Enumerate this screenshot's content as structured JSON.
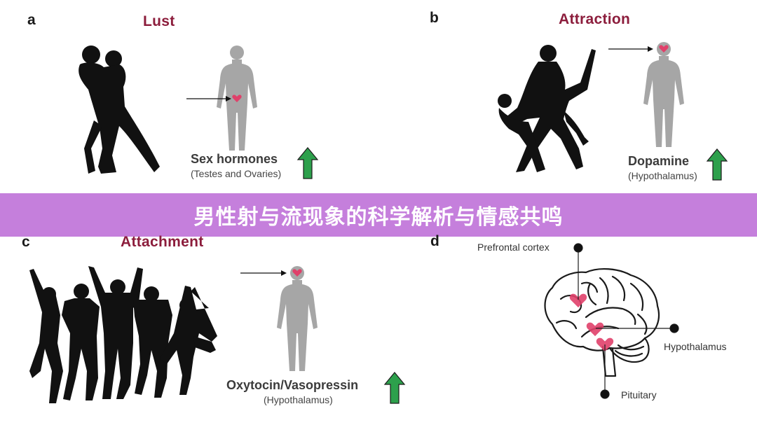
{
  "panels": {
    "a": {
      "letter": "a",
      "title": "Lust",
      "hormone": "Sex hormones",
      "source": "(Testes and Ovaries)"
    },
    "b": {
      "letter": "b",
      "title": "Attraction",
      "hormone": "Dopamine",
      "source": "(Hypothalamus)"
    },
    "c": {
      "letter": "c",
      "title": "Attachment",
      "hormone": "Oxytocin/Vasopressin",
      "source": "(Hypothalamus)"
    },
    "d": {
      "letter": "d",
      "labels": {
        "prefrontal": "Prefrontal cortex",
        "hypothalamus": "Hypothalamus",
        "pituitary": "Pituitary"
      }
    }
  },
  "banner": {
    "text": "男性射与流现象的科学解析与情感共鸣"
  },
  "icons": {
    "arrow_up": "up-arrow-icon",
    "heart": "heart-icon",
    "body": "human-body-icon"
  },
  "colors": {
    "title": "#8c1d3c",
    "heart": "#e0406a",
    "arrow_up": "#2da04c",
    "banner": "#c57fdc",
    "body": "#a6a6a6"
  }
}
